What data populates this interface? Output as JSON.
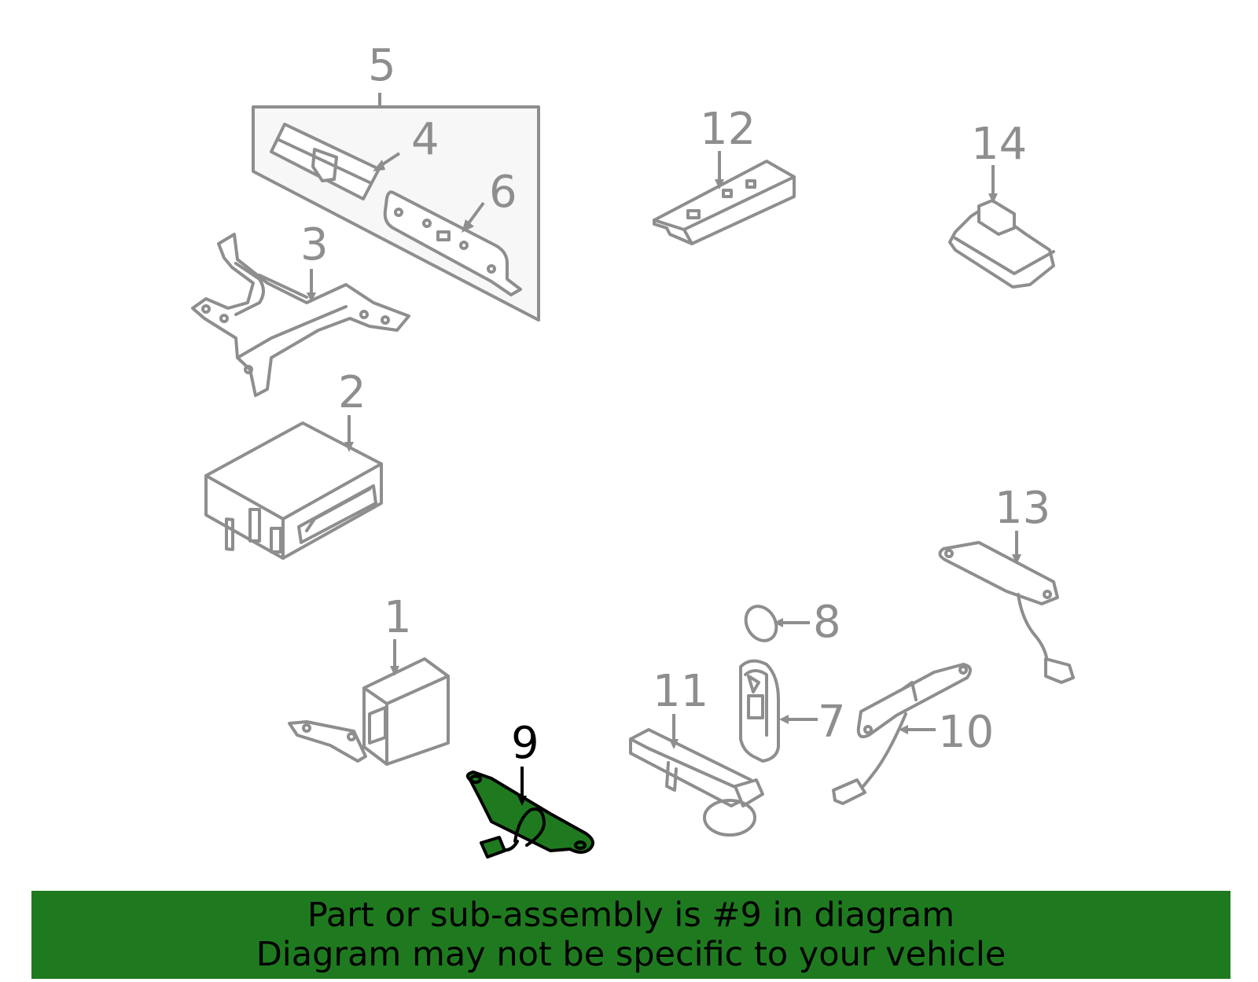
{
  "callouts": [
    {
      "id": "1",
      "label": "1"
    },
    {
      "id": "2",
      "label": "2"
    },
    {
      "id": "3",
      "label": "3"
    },
    {
      "id": "4",
      "label": "4"
    },
    {
      "id": "5",
      "label": "5"
    },
    {
      "id": "6",
      "label": "6"
    },
    {
      "id": "7",
      "label": "7"
    },
    {
      "id": "8",
      "label": "8"
    },
    {
      "id": "9",
      "label": "9"
    },
    {
      "id": "10",
      "label": "10"
    },
    {
      "id": "11",
      "label": "11"
    },
    {
      "id": "12",
      "label": "12"
    },
    {
      "id": "13",
      "label": "13"
    },
    {
      "id": "14",
      "label": "14"
    }
  ],
  "highlighted_part": "9",
  "colors": {
    "highlight": "#1f7a1f",
    "parts": "#8e8e8e",
    "banner": "#1f7a1f"
  },
  "banner": {
    "line1": "Part or sub-assembly is #9 in diagram",
    "line2": "Diagram may not be specific to your vehicle"
  }
}
